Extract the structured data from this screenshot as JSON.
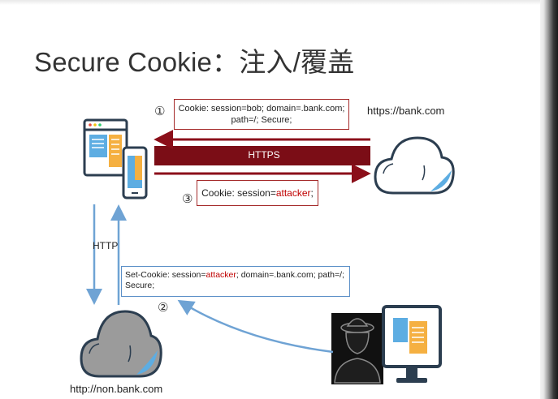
{
  "title": "Secure Cookie：注入/覆盖",
  "labels": {
    "bank_url": "https://bank.com",
    "non_bank_url": "http://non.bank.com",
    "https_bar": "HTTPS",
    "http_link": "HTTP"
  },
  "steps": {
    "step1": "①",
    "step2": "②",
    "step3": "③"
  },
  "boxes": {
    "cookie1": {
      "line1": "Cookie: session=bob; domain=.bank.com;",
      "line2": "path=/; Secure;"
    },
    "set_cookie": {
      "prefix": "Set-Cookie: session=",
      "value": "attacker",
      "suffix": "; domain=.bank.com; path=/;",
      "line2": "Secure;"
    },
    "cookie3": {
      "prefix": "Cookie: session=",
      "value": "attacker",
      "suffix": ";"
    }
  },
  "colors": {
    "https_bar": "#7b0d16",
    "arrow_dark_red": "#8b0f1a",
    "box_red": "#a52a2a",
    "arrow_blue": "#6fa3d4",
    "box_blue": "#5b8fc7",
    "attacker_value": "#c00000"
  },
  "icons": {
    "client": "laptop-and-phone-icon",
    "bank_server": "cloud-icon",
    "non_bank_server": "cloud-icon",
    "attacker": "hacker-at-computer-icon"
  }
}
